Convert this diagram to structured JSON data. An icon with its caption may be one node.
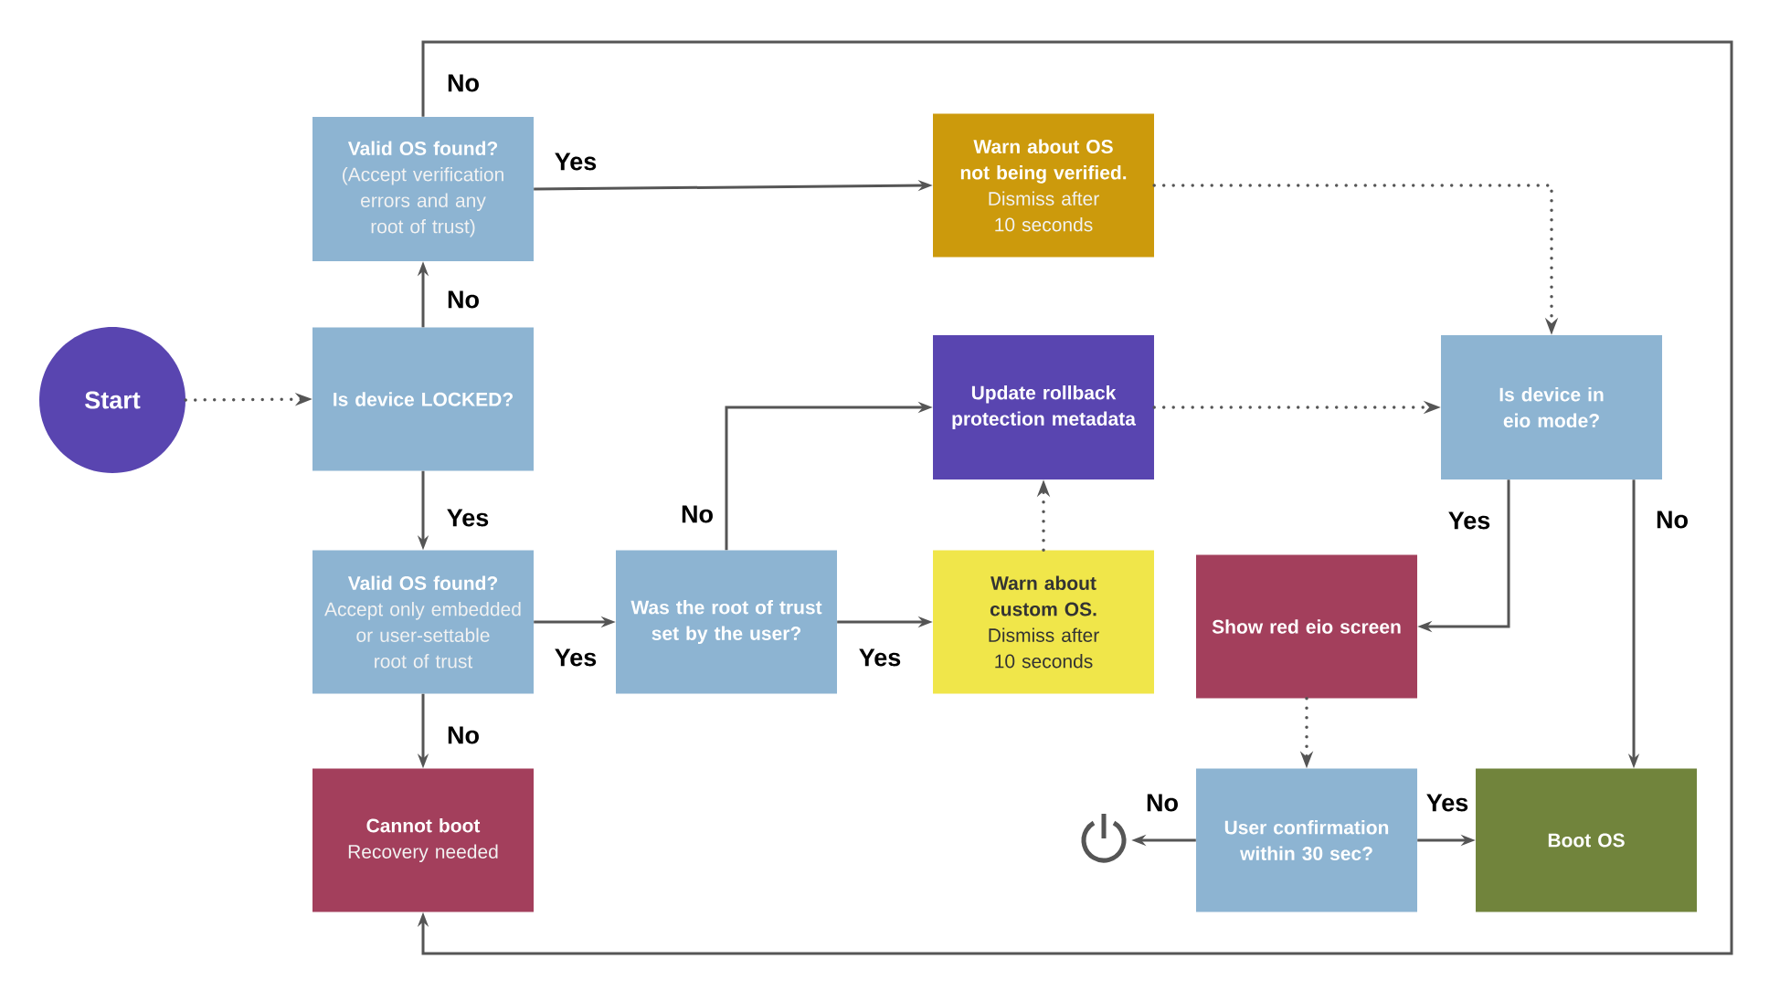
{
  "diagram": {
    "nodes": [
      {
        "text": [
          "Start"
        ]
      },
      {
        "text": [
          "Valid OS found?",
          "(Accept verification errors and any root of trust)"
        ]
      },
      {
        "text": [
          "Is device LOCKED?"
        ]
      },
      {
        "text": [
          "Valid OS found?",
          "Accept only embedded or user-settable root of trust"
        ]
      },
      {
        "text": [
          "Cannot boot",
          "Recovery needed"
        ]
      },
      {
        "text": [
          "Was the root of trust set by the user?"
        ]
      },
      {
        "text": [
          "Warn about OS not being verified.",
          "Dismiss after 10 seconds"
        ]
      },
      {
        "text": [
          "Update rollback protection metadata"
        ]
      },
      {
        "text": [
          "Warn about custom OS.",
          "Dismiss after 10 seconds"
        ]
      },
      {
        "text": [
          "Is device in eio mode?"
        ]
      },
      {
        "text": [
          "Show red eio screen"
        ]
      },
      {
        "text": [
          "User confirmation within 30 sec?"
        ]
      },
      {
        "text": [
          "Boot OS"
        ]
      },
      {
        "text": [],
        "shape": "picture"
      }
    ],
    "edges": [
      {
        "from": 0,
        "to": 2,
        "arrow": "to",
        "style": "dashed"
      },
      {
        "from": 2,
        "to": 1,
        "arrow": "to",
        "label": "No"
      },
      {
        "from": 2,
        "to": 3,
        "arrow": "to",
        "label": "Yes"
      },
      {
        "from": 1,
        "to": 6,
        "arrow": "to",
        "label": "Yes"
      },
      {
        "from": 1,
        "to": 4,
        "arrow": "to",
        "label": "No"
      },
      {
        "from": 3,
        "to": 5,
        "arrow": "to",
        "label": "Yes"
      },
      {
        "from": 3,
        "to": 4,
        "arrow": "to",
        "label": "No"
      },
      {
        "from": 5,
        "to": 7,
        "arrow": "to",
        "label": "No"
      },
      {
        "from": 5,
        "to": 8,
        "arrow": "to",
        "label": "Yes"
      },
      {
        "from": 8,
        "to": 7,
        "arrow": "to",
        "style": "dashed"
      },
      {
        "from": 6,
        "to": 9,
        "arrow": "to",
        "style": "dashed"
      },
      {
        "from": 7,
        "to": 9,
        "arrow": "to",
        "style": "dashed"
      },
      {
        "from": 9,
        "to": 10,
        "arrow": "to",
        "label": "Yes"
      },
      {
        "from": 9,
        "to": 12,
        "arrow": "to",
        "label": "No"
      },
      {
        "from": 10,
        "to": 11,
        "arrow": "to",
        "style": "dashed"
      },
      {
        "from": 11,
        "to": 13,
        "arrow": "to",
        "label": "No"
      },
      {
        "from": 11,
        "to": 12,
        "arrow": "to",
        "label": "Yes"
      }
    ]
  }
}
